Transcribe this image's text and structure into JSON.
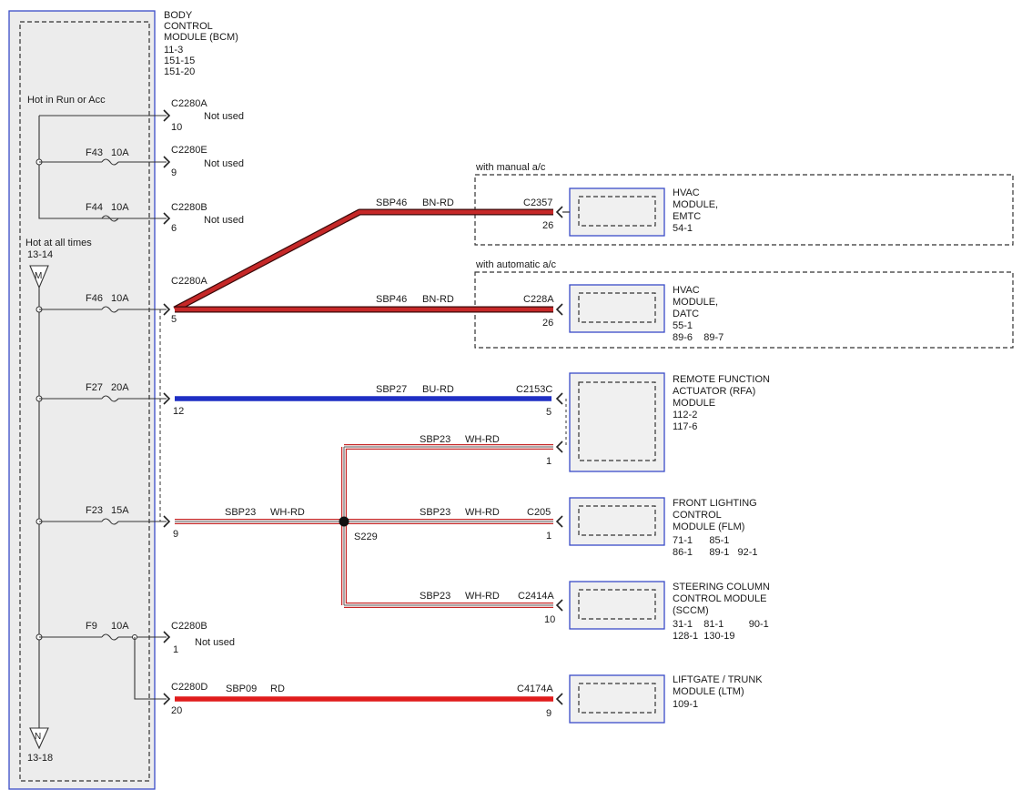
{
  "bcm": {
    "title_lines": [
      "BODY",
      "CONTROL",
      "MODULE (BCM)"
    ],
    "refs": [
      "11-3",
      "151-15",
      "151-20"
    ],
    "hot_run_acc": "Hot in Run or Acc",
    "hot_all_times": "Hot at all times",
    "hot_all_times_ref": "13-14",
    "marker_top": "M",
    "marker_bottom": "N",
    "bottom_ref": "13-18"
  },
  "connectors": [
    {
      "conn": "C2280A",
      "pin": "10",
      "note": "Not used",
      "fuse": "",
      "amp": ""
    },
    {
      "conn": "C2280E",
      "pin": "9",
      "note": "Not used",
      "fuse": "F43",
      "amp": "10A"
    },
    {
      "conn": "C2280B",
      "pin": "6",
      "note": "Not used",
      "fuse": "F44",
      "amp": "10A"
    },
    {
      "conn": "C2280A",
      "pin": "5",
      "note": "",
      "fuse": "F46",
      "amp": "10A"
    },
    {
      "conn": "",
      "pin": "12",
      "note": "",
      "fuse": "F27",
      "amp": "20A"
    },
    {
      "conn": "",
      "pin": "9",
      "note": "",
      "fuse": "F23",
      "amp": "15A"
    },
    {
      "conn": "C2280B",
      "pin": "1",
      "note": "Not used",
      "fuse": "F9",
      "amp": "10A"
    },
    {
      "conn": "C2280D",
      "pin": "20",
      "note": "",
      "fuse": "",
      "amp": ""
    }
  ],
  "wires": [
    {
      "circuit": "SBP46",
      "color_code": "BN-RD",
      "dest_conn": "C2357",
      "dest_pin": "26"
    },
    {
      "circuit": "SBP46",
      "color_code": "BN-RD",
      "dest_conn": "C228A",
      "dest_pin": "26"
    },
    {
      "circuit": "SBP27",
      "color_code": "BU-RD",
      "dest_conn": "C2153C",
      "dest_pin": "5"
    },
    {
      "circuit": "SBP23",
      "color_code": "WH-RD",
      "dest_conn": "",
      "dest_pin": "1"
    },
    {
      "circuit": "SBP23",
      "color_code": "WH-RD",
      "dest_conn": "",
      "dest_pin": ""
    },
    {
      "circuit": "SBP23",
      "color_code": "WH-RD",
      "dest_conn": "C205",
      "dest_pin": "1"
    },
    {
      "circuit": "SBP23",
      "color_code": "WH-RD",
      "dest_conn": "C2414A",
      "dest_pin": "10"
    },
    {
      "circuit": "SBP09",
      "color_code": "RD",
      "dest_conn": "C4174A",
      "dest_pin": "9"
    }
  ],
  "splice": "S229",
  "options": {
    "manual": "with manual a/c",
    "automatic": "with automatic a/c"
  },
  "modules": [
    {
      "lines": [
        "HVAC",
        "MODULE,",
        "EMTC",
        "54-1"
      ]
    },
    {
      "lines": [
        "HVAC",
        "MODULE,",
        "DATC",
        "55-1",
        "89-6    89-7"
      ]
    },
    {
      "lines": [
        "REMOTE FUNCTION",
        "ACTUATOR (RFA)",
        "MODULE",
        "112-2",
        "117-6"
      ]
    },
    {
      "lines": [
        "FRONT LIGHTING",
        "CONTROL",
        "MODULE (FLM)",
        "71-1      85-1",
        "86-1      89-1   92-1"
      ]
    },
    {
      "lines": [
        "STEERING COLUMN",
        "CONTROL MODULE",
        "(SCCM)",
        "31-1    81-1         90-1",
        "128-1  130-19"
      ]
    },
    {
      "lines": [
        "LIFTGATE / TRUNK",
        "MODULE (LTM)",
        "109-1"
      ]
    }
  ],
  "colors": {
    "bn_rd": "#c62828",
    "bu_rd": "#1f2fc4",
    "wh_rd": "#c62828",
    "rd": "#e01b1b",
    "module_border": "#3a4cc8"
  }
}
